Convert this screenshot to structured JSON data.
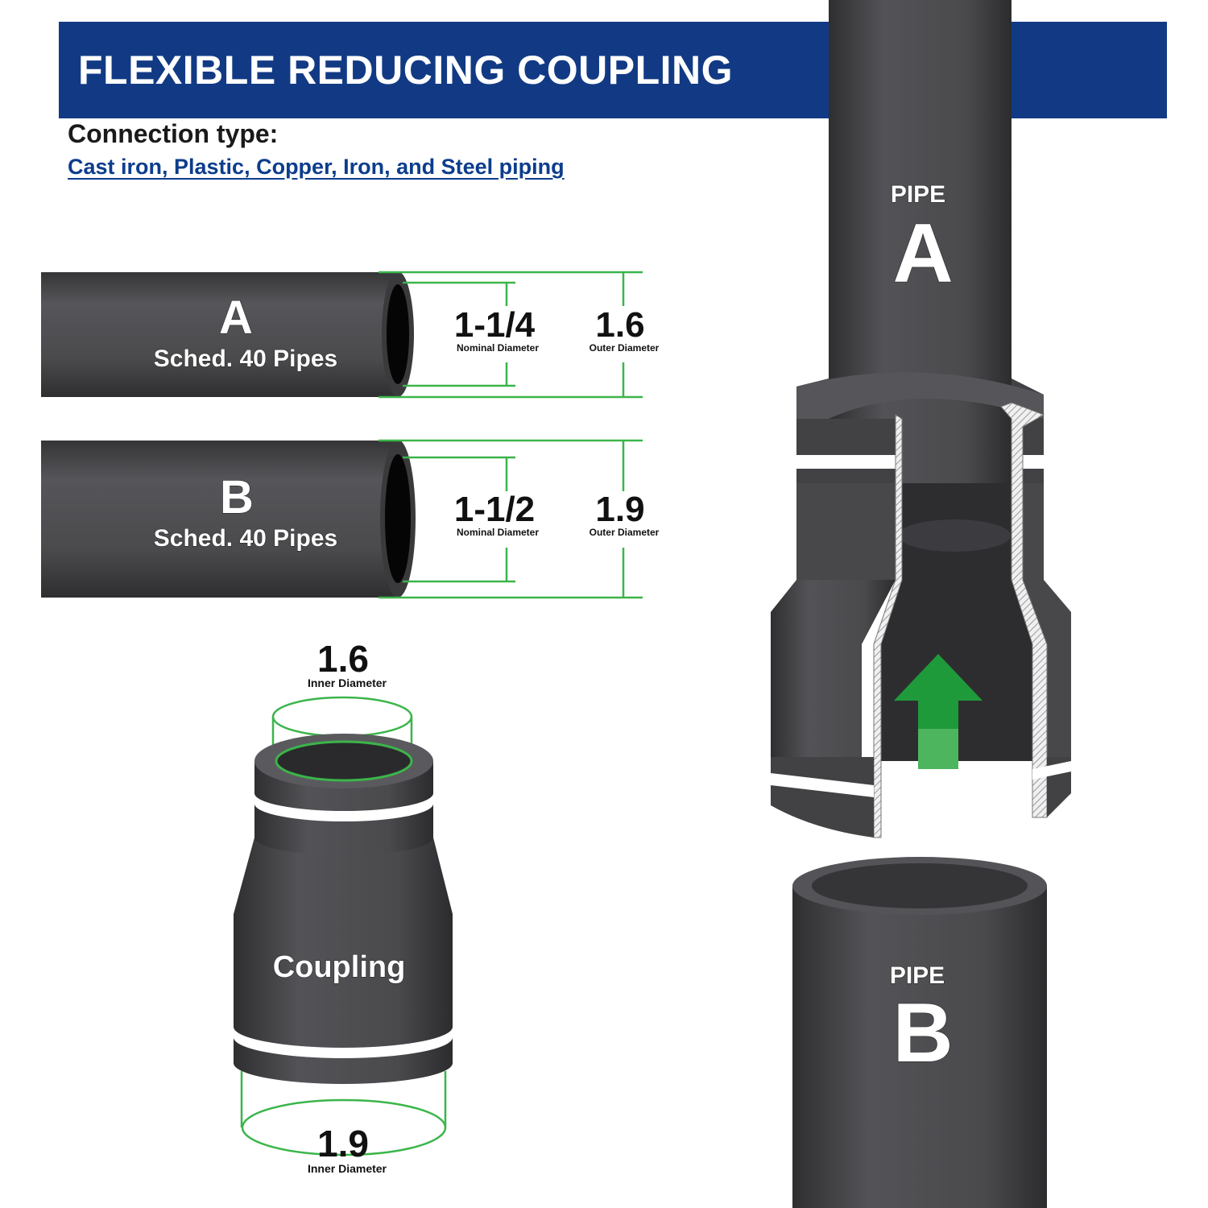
{
  "header": {
    "title": "FLEXIBLE REDUCING COUPLING",
    "connection_label": "Connection type:",
    "connection_value": "Cast iron, Plastic, Copper, Iron, and Steel piping"
  },
  "pipe_a_spec": {
    "letter": "A",
    "caption": "Sched. 40 Pipes",
    "nominal_value": "1-1/4",
    "nominal_label": "Nominal Diameter",
    "outer_value": "1.6",
    "outer_label": "Outer Diameter"
  },
  "pipe_b_spec": {
    "letter": "B",
    "caption": "Sched. 40 Pipes",
    "nominal_value": "1-1/2",
    "nominal_label": "Nominal Diameter",
    "outer_value": "1.9",
    "outer_label": "Outer Diameter"
  },
  "coupling": {
    "label": "Coupling",
    "top_value": "1.6",
    "top_label": "Inner Diameter",
    "bottom_value": "1.9",
    "bottom_label": "Inner Diameter"
  },
  "assembly": {
    "pipe_a_word": "PIPE",
    "pipe_a_letter": "A",
    "pipe_b_word": "PIPE",
    "pipe_b_letter": "B"
  },
  "colors": {
    "banner": "#123a84",
    "pipe": "#4a4a4c",
    "guide_lines": "#3bb54a",
    "arrow": "#1f9a3a",
    "link_text": "#0d3d8c"
  }
}
